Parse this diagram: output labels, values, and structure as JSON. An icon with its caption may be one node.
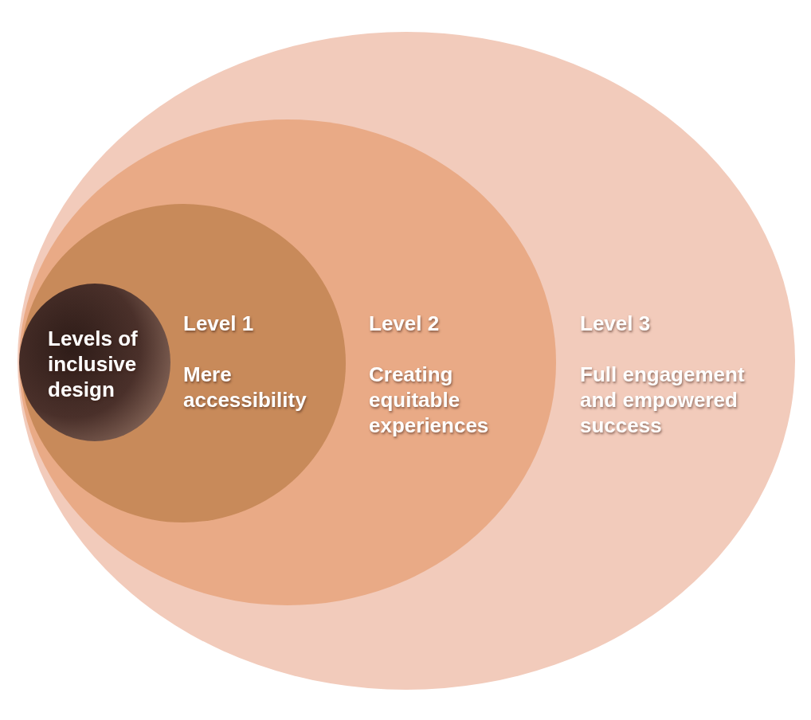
{
  "diagram": {
    "nodes": [
      {
        "text": [
          "Level 3",
          "Full engagement and empowered success"
        ]
      },
      {
        "text": [
          "Level 2",
          "Creating equitable experiences"
        ],
        "in": 0
      },
      {
        "text": [
          "Level 1",
          "Mere accessibility"
        ],
        "in": 1
      },
      {
        "text": [
          "Levels of inclusive design"
        ],
        "in": 2
      }
    ]
  }
}
